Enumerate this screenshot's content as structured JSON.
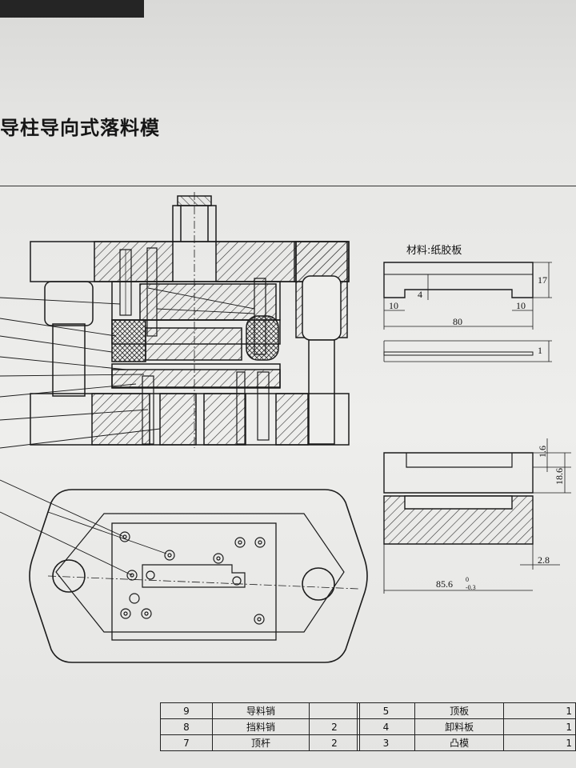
{
  "section": {
    "title": "导柱导向式落料模"
  },
  "part_drawing": {
    "material_label": "材料:纸胶板",
    "dims": {
      "d17": "17",
      "d4": "4",
      "d10_left": "10",
      "d10_right": "10",
      "d80": "80",
      "d1": "1",
      "d1_6": "1.6",
      "d18_6": "18.6",
      "d2_8": "2.8",
      "d85_6": "85.6",
      "d85_6_tol_upper": "0",
      "d85_6_tol_lower": "-0.3"
    }
  },
  "parts_list": {
    "left": [
      {
        "no": "9",
        "name": "导料销",
        "qty": ""
      },
      {
        "no": "8",
        "name": "挡料销",
        "qty": "2"
      },
      {
        "no": "7",
        "name": "顶杆",
        "qty": "2"
      }
    ],
    "right": [
      {
        "no": "5",
        "name": "顶板",
        "qty": "1"
      },
      {
        "no": "4",
        "name": "卸料板",
        "qty": "1"
      },
      {
        "no": "3",
        "name": "凸模",
        "qty": "1"
      }
    ]
  },
  "colors": {
    "ink": "#1b1b1b",
    "paper": "#eeeeec",
    "hatch": "#333333"
  }
}
